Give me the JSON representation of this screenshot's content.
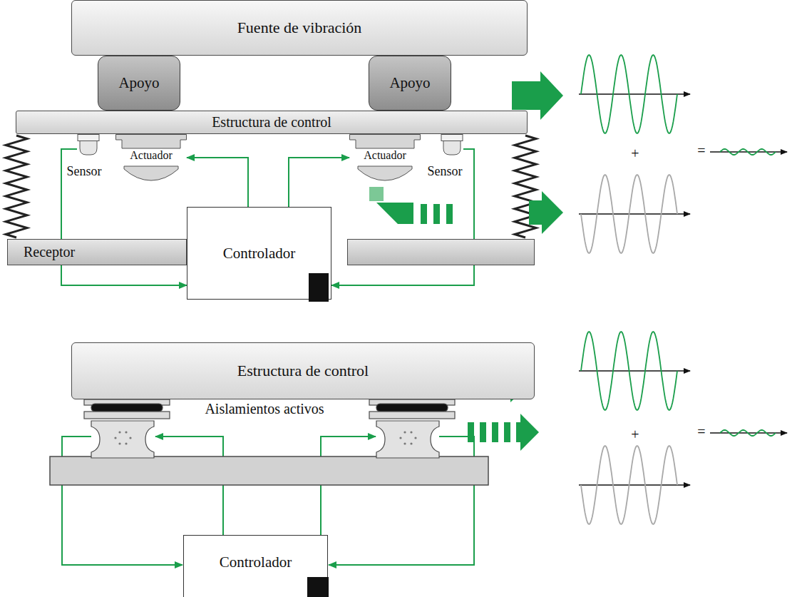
{
  "diagram": {
    "nodes": [
      {
        "text": [
          "Fuente de vibración"
        ]
      },
      {
        "text": [
          "Apoyo"
        ]
      },
      {
        "text": [
          "Apoyo"
        ]
      },
      {
        "text": [
          "Estructura de control"
        ]
      },
      {
        "text": [
          "Sensor"
        ]
      },
      {
        "text": [
          "Actuador"
        ]
      },
      {
        "text": [
          "Actuador"
        ]
      },
      {
        "text": [
          "Sensor"
        ]
      },
      {
        "text": [
          "Receptor"
        ]
      },
      {
        "text": [
          "Controlador"
        ]
      },
      {
        "text": [
          "Estructura de control"
        ]
      },
      {
        "text": [
          "Controlador"
        ]
      }
    ],
    "edges": [
      {
        "from": 4,
        "to": 9,
        "arrow": "to"
      },
      {
        "from": 9,
        "to": 5,
        "arrow": "to"
      },
      {
        "from": 9,
        "to": 6,
        "arrow": "to"
      },
      {
        "from": 7,
        "to": 9,
        "arrow": "to"
      }
    ],
    "labels": [
      "+",
      "=",
      "Aislamientos activos",
      "+",
      "="
    ]
  }
}
